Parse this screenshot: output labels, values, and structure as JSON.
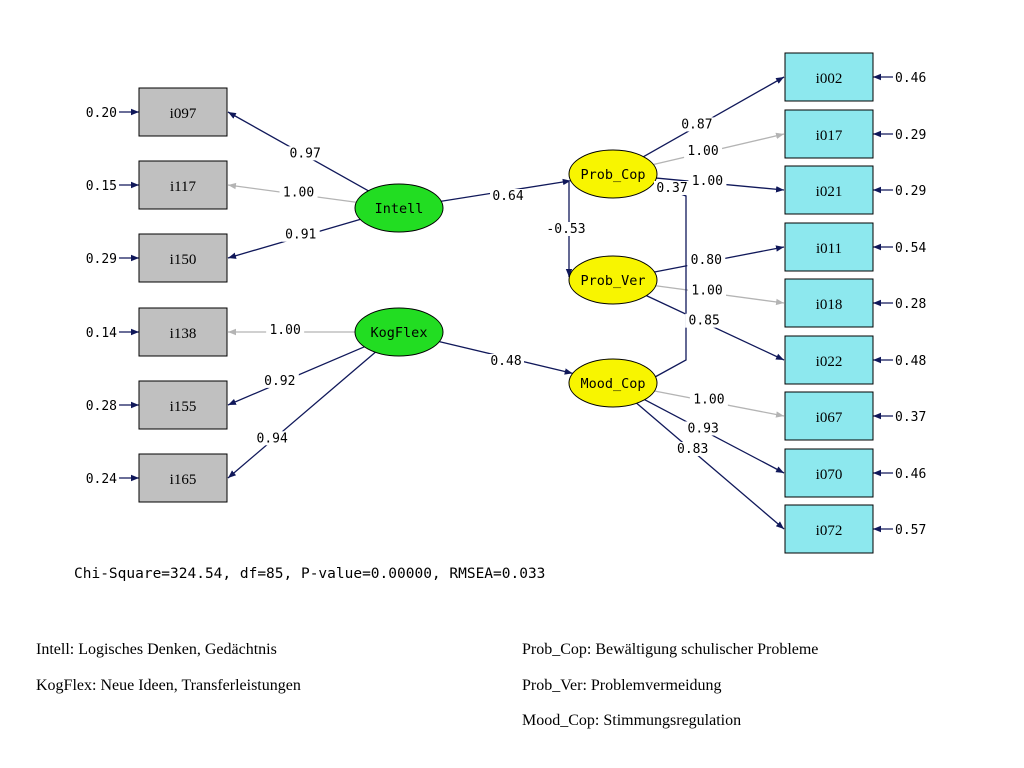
{
  "colors": {
    "manifest_left": "#c0c0c0",
    "manifest_right": "#8de8ee",
    "latent_exogenous": "#22dd22",
    "latent_endogenous": "#f8f500",
    "path_significant": "#10185a",
    "path_fixed": "#b4b4b4"
  },
  "latents": [
    {
      "id": "Intell",
      "label": "Intell",
      "kind": "exogenous"
    },
    {
      "id": "KogFlex",
      "label": "KogFlex",
      "kind": "exogenous"
    },
    {
      "id": "Prob_Cop",
      "label": "Prob_Cop",
      "kind": "endogenous"
    },
    {
      "id": "Prob_Ver",
      "label": "Prob_Ver",
      "kind": "endogenous"
    },
    {
      "id": "Mood_Cop",
      "label": "Mood_Cop",
      "kind": "endogenous"
    }
  ],
  "indicators": [
    {
      "id": "i097",
      "label": "i097",
      "factor": "Intell",
      "loading": "0.97",
      "error": "0.20",
      "fixed": false
    },
    {
      "id": "i117",
      "label": "i117",
      "factor": "Intell",
      "loading": "1.00",
      "error": "0.15",
      "fixed": true
    },
    {
      "id": "i150",
      "label": "i150",
      "factor": "Intell",
      "loading": "0.91",
      "error": "0.29",
      "fixed": false
    },
    {
      "id": "i138",
      "label": "i138",
      "factor": "KogFlex",
      "loading": "1.00",
      "error": "0.14",
      "fixed": true
    },
    {
      "id": "i155",
      "label": "i155",
      "factor": "KogFlex",
      "loading": "0.92",
      "error": "0.28",
      "fixed": false
    },
    {
      "id": "i165",
      "label": "i165",
      "factor": "KogFlex",
      "loading": "0.94",
      "error": "0.24",
      "fixed": false
    },
    {
      "id": "i002",
      "label": "i002",
      "factor": "Prob_Cop",
      "loading": "0.87",
      "error": "0.46",
      "fixed": false
    },
    {
      "id": "i017",
      "label": "i017",
      "factor": "Prob_Cop",
      "loading": "1.00",
      "error": "0.29",
      "fixed": true
    },
    {
      "id": "i021",
      "label": "i021",
      "factor": "Prob_Cop",
      "loading": "1.00",
      "error": "0.29",
      "fixed": false
    },
    {
      "id": "i011",
      "label": "i011",
      "factor": "Prob_Ver",
      "loading": "0.80",
      "error": "0.54",
      "fixed": false
    },
    {
      "id": "i018",
      "label": "i018",
      "factor": "Prob_Ver",
      "loading": "1.00",
      "error": "0.28",
      "fixed": true
    },
    {
      "id": "i022",
      "label": "i022",
      "factor": "Prob_Ver",
      "loading": "0.85",
      "error": "0.48",
      "fixed": false
    },
    {
      "id": "i067",
      "label": "i067",
      "factor": "Mood_Cop",
      "loading": "1.00",
      "error": "0.37",
      "fixed": true
    },
    {
      "id": "i070",
      "label": "i070",
      "factor": "Mood_Cop",
      "loading": "0.93",
      "error": "0.46",
      "fixed": false
    },
    {
      "id": "i072",
      "label": "i072",
      "factor": "Mood_Cop",
      "loading": "0.83",
      "error": "0.57",
      "fixed": false
    }
  ],
  "structural_paths": [
    {
      "from": "Intell",
      "to": "Prob_Cop",
      "value": "0.64"
    },
    {
      "from": "KogFlex",
      "to": "Mood_Cop",
      "value": "0.48"
    },
    {
      "from": "Prob_Cop",
      "to": "Prob_Ver",
      "value": "-0.53"
    },
    {
      "from": "Mood_Cop",
      "to": "Prob_Cop",
      "value": "0.37"
    }
  ],
  "fit_statistics": "Chi-Square=324.54, df=85, P-value=0.00000, RMSEA=0.033",
  "legend": {
    "intell": "Intell: Logisches Denken, Gedächtnis",
    "kogflex": "KogFlex: Neue Ideen, Transferleistungen",
    "prob_cop": "Prob_Cop: Bewältigung schulischer Probleme",
    "prob_ver": "Prob_Ver: Problemvermeidung",
    "mood_cop": "Mood_Cop: Stimmungsregulation"
  }
}
